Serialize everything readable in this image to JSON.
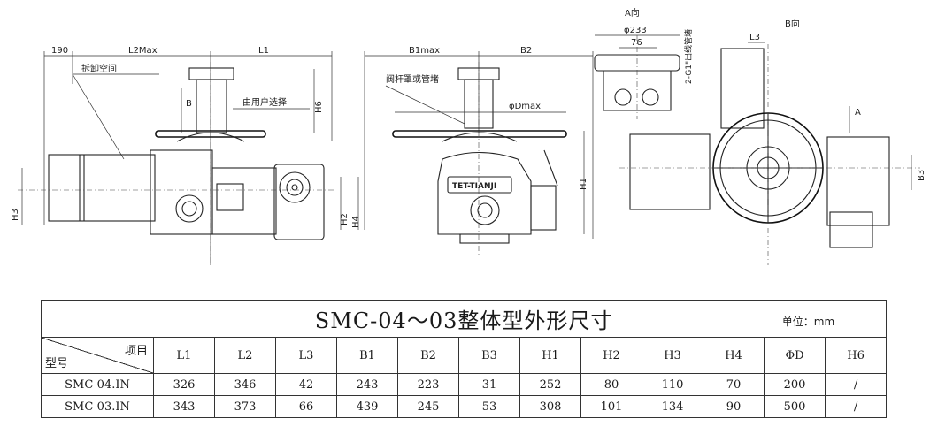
{
  "drawing": {
    "labels": {
      "d190": "190",
      "l2max": "L2Max",
      "l1": "L1",
      "removal_space": "拆卸空间",
      "b": "B",
      "user_choice": "由用户选择",
      "h6": "H6",
      "h3": "H3",
      "h2": "H2",
      "h4": "H4",
      "b1max": "B1max",
      "b2": "B2",
      "stem_cover": "阀杆罩或管堵",
      "dmax": "φDmax",
      "h1": "H1",
      "brand": "TET-TIANJI",
      "view_a": "A向",
      "d233": "φ233",
      "d76": "76",
      "conduit": "2-G1\"出线管堵",
      "view_b": "B向",
      "l3": "L3",
      "a": "A",
      "b3": "B3"
    }
  },
  "table": {
    "title": "SMC-04～03整体型外形尺寸",
    "unit": "单位：mm",
    "corner_top": "项目",
    "corner_bottom": "型号",
    "columns": [
      "L1",
      "L2",
      "L3",
      "B1",
      "B2",
      "B3",
      "H1",
      "H2",
      "H3",
      "H4",
      "ΦD",
      "H6"
    ],
    "rows": [
      {
        "model": "SMC-04.IN",
        "values": [
          "326",
          "346",
          "42",
          "243",
          "223",
          "31",
          "252",
          "80",
          "110",
          "70",
          "200",
          "/"
        ]
      },
      {
        "model": "SMC-03.IN",
        "values": [
          "343",
          "373",
          "66",
          "439",
          "245",
          "53",
          "308",
          "101",
          "134",
          "90",
          "500",
          "/"
        ]
      }
    ]
  }
}
